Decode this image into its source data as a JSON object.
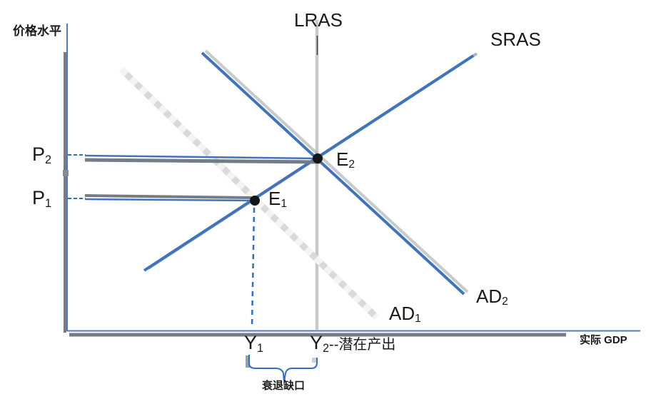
{
  "axes": {
    "y_axis_label": "价格水平",
    "x_axis_label": "实际 GDP"
  },
  "curves": {
    "lras": {
      "label": "LRAS"
    },
    "sras": {
      "label": "SRAS"
    },
    "ad1": {
      "label": "AD",
      "sub": "1"
    },
    "ad2": {
      "label": "AD",
      "sub": "2"
    }
  },
  "points": {
    "e1": {
      "label": "E",
      "sub": "1"
    },
    "e2": {
      "label": "E",
      "sub": "2"
    }
  },
  "price_levels": {
    "p1": {
      "label": "P",
      "sub": "1"
    },
    "p2": {
      "label": "P",
      "sub": "2"
    }
  },
  "outputs": {
    "y1": {
      "label": "Y",
      "sub": "1"
    },
    "y2": {
      "label": "Y",
      "sub": "2",
      "suffix": "--潜在产出"
    }
  },
  "annotations": {
    "recession_gap": "衰退缺口"
  },
  "colors": {
    "curve_blue": "#4173bd",
    "dashed_blue": "#2e6fc4",
    "axis_blue": "#4e7cc0",
    "shadow_gray": "#767c86",
    "soft_shadow_gray": "#9aa0a8",
    "lras_gray": "#c9c9c9",
    "lras_dark_segment": "#3c3c3c",
    "ad1_gray": "#d9d9d9",
    "ad1_highlight": "#f4f4f4",
    "point_black": "#151515",
    "handle_gray": "#858c96",
    "background": "#ffffff",
    "text": "#1a1a1a"
  }
}
